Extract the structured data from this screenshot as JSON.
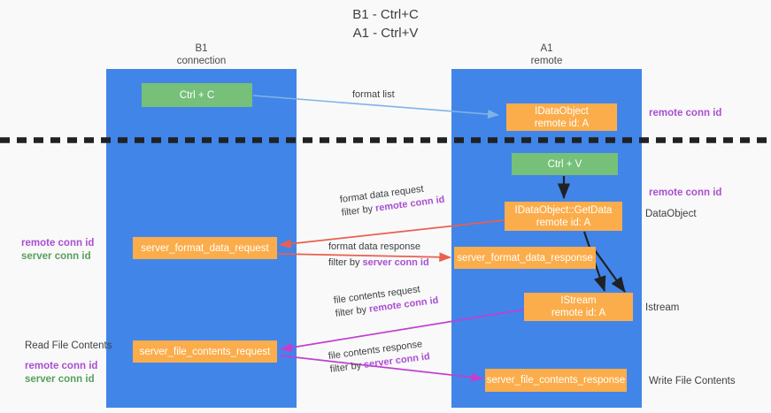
{
  "title": "B1 - Ctrl+C\nA1 - Ctrl+V",
  "lanes": [
    {
      "name": "b1",
      "header": "B1\nconnection"
    },
    {
      "name": "a1",
      "header": "A1\nremote"
    }
  ],
  "nodes": {
    "ctrl_c": {
      "label": "Ctrl + C",
      "color": "#76c07a"
    },
    "ctrl_v": {
      "label": "Ctrl + V",
      "color": "#76c07a"
    },
    "idataobject": {
      "label": "IDataObject",
      "sub": "remote id: A",
      "color": "#fbad4b"
    },
    "getdata": {
      "label": "IDataObject::GetData",
      "sub": "remote id: A",
      "color": "#fbad4b"
    },
    "istream": {
      "label": "IStream",
      "sub": "remote id: A",
      "color": "#fbad4b"
    },
    "server_format_data_request": {
      "label": "server_format_data_request",
      "color": "#fbad4b"
    },
    "server_format_data_response": {
      "label": "server_format_data_response",
      "color": "#fbad4b"
    },
    "server_file_contents_request": {
      "label": "server_file_contents_request",
      "color": "#fbad4b"
    },
    "server_file_contents_response": {
      "label": "server_file_contents_response",
      "color": "#fbad4b"
    }
  },
  "edges": {
    "format_list": {
      "line1": "format list"
    },
    "format_data_request": {
      "line1": "format data request",
      "line2_prefix": "filter by ",
      "line2_key": "remote conn id"
    },
    "format_data_response": {
      "line1": "format data response",
      "line2_prefix": "filter by ",
      "line2_key": "server conn id"
    },
    "file_contents_request": {
      "line1": "file contents request",
      "line2_prefix": "filter by ",
      "line2_key": "remote conn id"
    },
    "file_contents_response": {
      "line1": "file contents response",
      "line2_prefix": "filter by ",
      "line2_key": "server conn id"
    }
  },
  "right_labels": {
    "remote_conn_id_top": "remote conn id",
    "remote_conn_id_mid": "remote conn id",
    "dataobject": "DataObject",
    "istream": "Istream",
    "write_file_contents": "Write File Contents"
  },
  "left_labels": {
    "remote_conn_id_1": "remote conn id",
    "server_conn_id_1": "server conn id",
    "read_file_contents": "Read File Contents",
    "remote_conn_id_2": "remote conn id",
    "server_conn_id_2": "server conn id"
  },
  "colors": {
    "lane": "#4285e8",
    "green_node": "#76c07a",
    "orange_node": "#fbad4b",
    "purple_text": "#a94fd3",
    "green_text": "#57a05b",
    "red_arrow": "#e8604f",
    "magenta_arrow": "#c23fd0",
    "light_blue_arrow": "#7fb3e8",
    "black_arrow": "#202124",
    "background": "#f9f9f9"
  }
}
